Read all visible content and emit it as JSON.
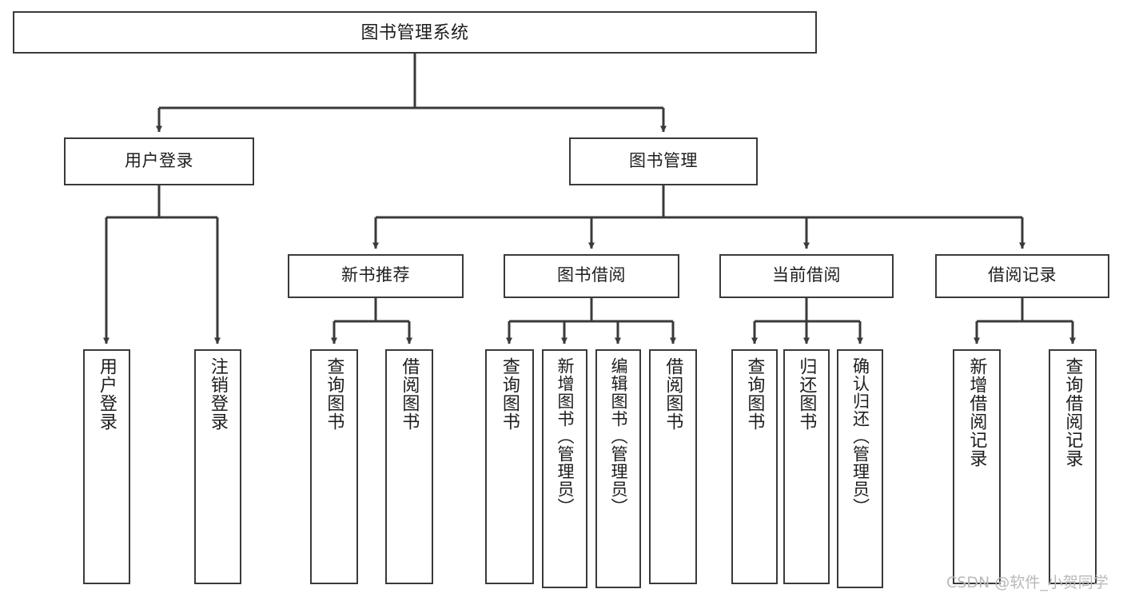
{
  "diagram": {
    "title": "图书管理系统",
    "type": "tree-hierarchy-diagram",
    "colors": {
      "border": "#3a3a3a",
      "background": "#ffffff",
      "text": "#1d1d1d",
      "edge": "#3a3a3a",
      "watermark": "#b9b9b9"
    },
    "nodes": {
      "root": {
        "label": "图书管理系统"
      },
      "level1": [
        {
          "label": "用户登录"
        },
        {
          "label": "图书管理"
        }
      ],
      "level2": [
        {
          "label": "新书推荐"
        },
        {
          "label": "图书借阅"
        },
        {
          "label": "当前借阅"
        },
        {
          "label": "借阅记录"
        }
      ],
      "leaves": {
        "user_login": [
          {
            "label": "用户登录"
          },
          {
            "label": "注销登录"
          }
        ],
        "new_book_recommend": [
          {
            "label": "查询图书"
          },
          {
            "label": "借阅图书"
          }
        ],
        "book_borrow": [
          {
            "label": "查询图书"
          },
          {
            "label": "新增图书（管理员）"
          },
          {
            "label": "编辑图书（管理员）"
          },
          {
            "label": "借阅图书"
          }
        ],
        "current_borrow": [
          {
            "label": "查询图书"
          },
          {
            "label": "归还图书"
          },
          {
            "label": "确认归还（管理员）"
          }
        ],
        "borrow_record": [
          {
            "label": "新增借阅记录"
          },
          {
            "label": "查询借阅记录"
          }
        ]
      }
    },
    "watermark": "CSDN @软件_小贺同学"
  }
}
